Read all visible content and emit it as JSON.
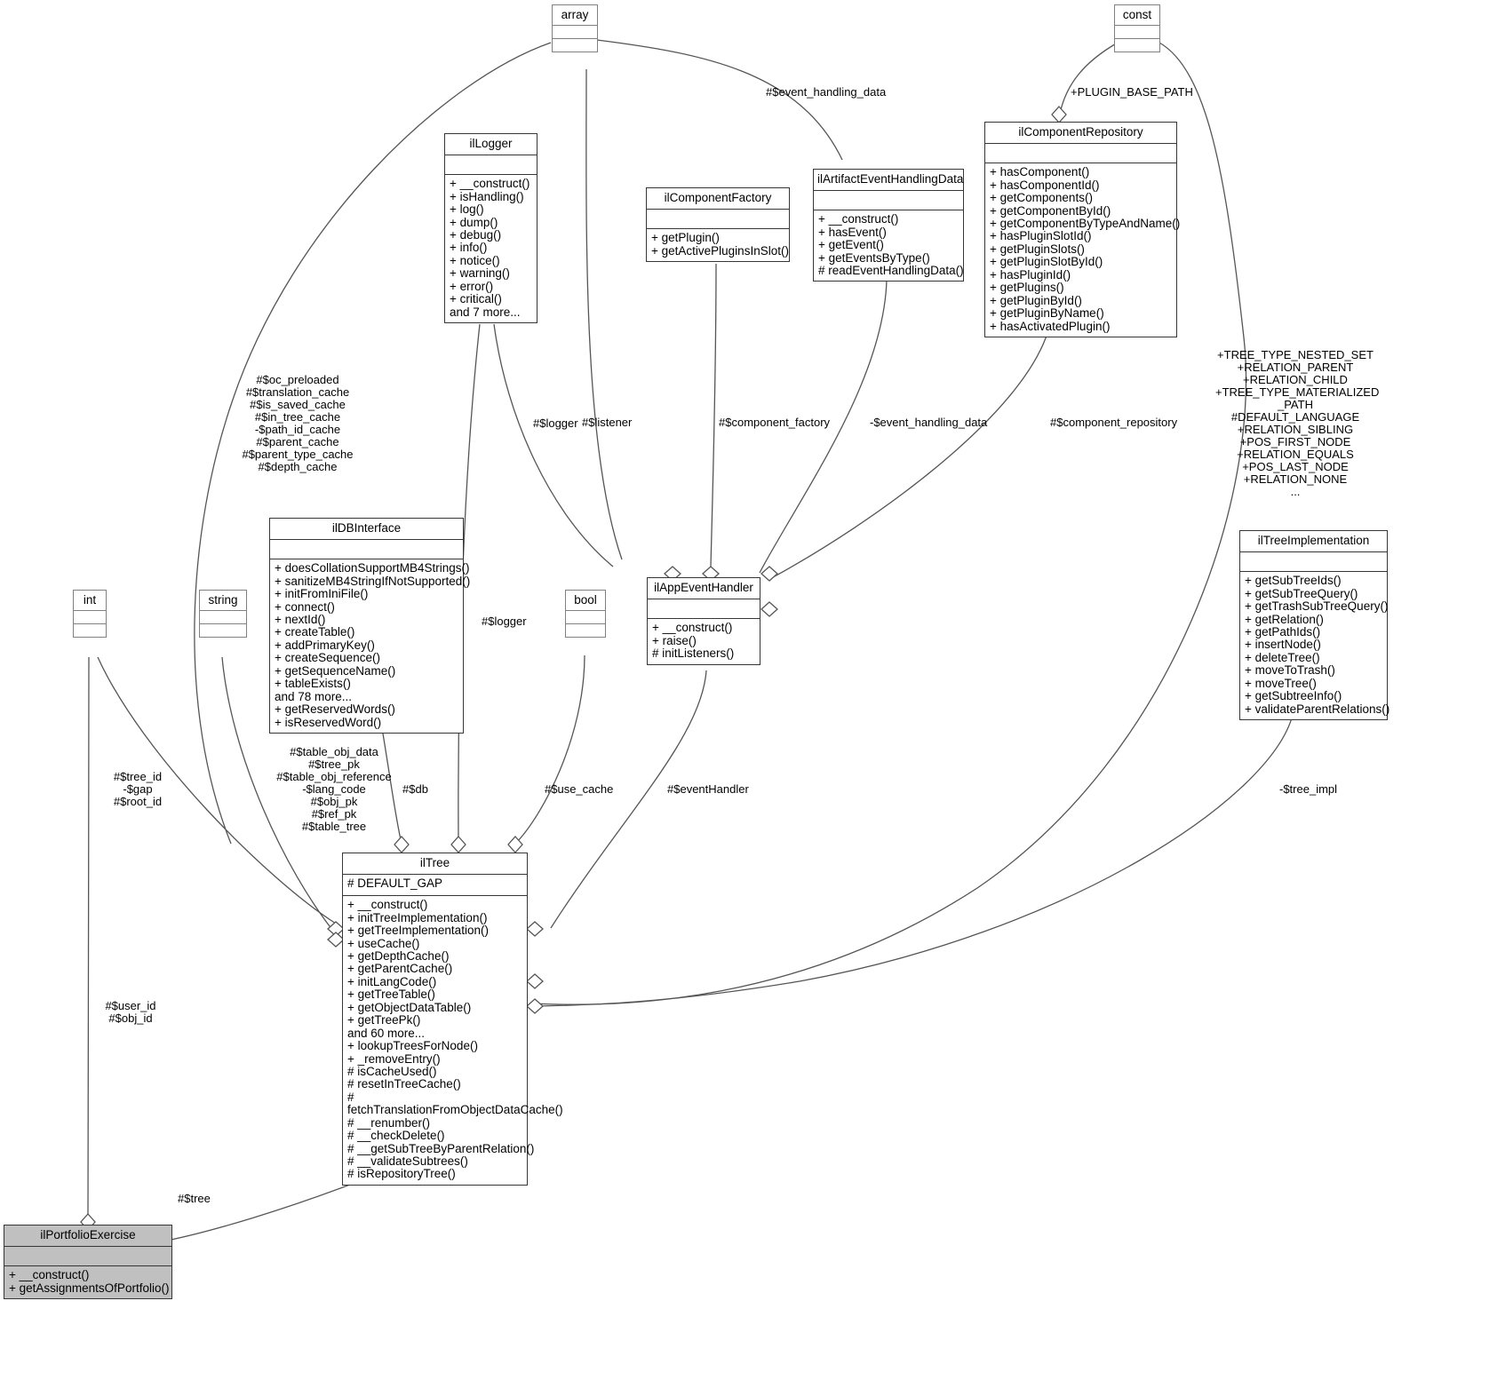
{
  "diagram": {
    "title": "ilPortfolioExercise collaboration diagram",
    "type": "uml-class-diagram"
  },
  "classes": {
    "array": {
      "name": "array",
      "attrs": [],
      "ops": []
    },
    "const": {
      "name": "const",
      "attrs": [],
      "ops": []
    },
    "int": {
      "name": "int",
      "attrs": [],
      "ops": []
    },
    "string": {
      "name": "string",
      "attrs": [],
      "ops": []
    },
    "bool": {
      "name": "bool",
      "attrs": [],
      "ops": []
    },
    "ilLogger": {
      "name": "ilLogger",
      "attrs": [],
      "ops": [
        "+  __construct()",
        "+  isHandling()",
        "+  log()",
        "+  dump()",
        "+  debug()",
        "+  info()",
        "+  notice()",
        "+  warning()",
        "+  error()",
        "+  critical()",
        "and 7 more..."
      ]
    },
    "ilComponentFactory": {
      "name": "ilComponentFactory",
      "attrs": [],
      "ops": [
        "+  getPlugin()",
        "+  getActivePluginsInSlot()"
      ]
    },
    "ilArtifactEventHandlingData": {
      "name": "ilArtifactEventHandlingData",
      "attrs": [],
      "ops": [
        "+  __construct()",
        "+  hasEvent()",
        "+  getEvent()",
        "+  getEventsByType()",
        "#  readEventHandlingData()"
      ]
    },
    "ilComponentRepository": {
      "name": "ilComponentRepository",
      "attrs": [],
      "ops": [
        "+  hasComponent()",
        "+  hasComponentId()",
        "+  getComponents()",
        "+  getComponentById()",
        "+  getComponentByTypeAndName()",
        "+  hasPluginSlotId()",
        "+  getPluginSlots()",
        "+  getPluginSlotById()",
        "+  hasPluginId()",
        "+  getPlugins()",
        "+  getPluginById()",
        "+  getPluginByName()",
        "+  hasActivatedPlugin()"
      ]
    },
    "ilDBInterface": {
      "name": "ilDBInterface",
      "attrs": [],
      "ops": [
        "+  doesCollationSupportMB4Strings()",
        "+  sanitizeMB4StringIfNotSupported()",
        "+  initFromIniFile()",
        "+  connect()",
        "+  nextId()",
        "+  createTable()",
        "+  addPrimaryKey()",
        "+  createSequence()",
        "+  getSequenceName()",
        "+  tableExists()",
        "and 78 more...",
        "+  getReservedWords()",
        "+  isReservedWord()"
      ]
    },
    "ilAppEventHandler": {
      "name": "ilAppEventHandler",
      "attrs": [],
      "ops": [
        "+  __construct()",
        "+  raise()",
        "#  initListeners()"
      ]
    },
    "ilTreeImplementation": {
      "name": "ilTreeImplementation",
      "attrs": [],
      "ops": [
        "+  getSubTreeIds()",
        "+  getSubTreeQuery()",
        "+  getTrashSubTreeQuery()",
        "+  getRelation()",
        "+  getPathIds()",
        "+  insertNode()",
        "+  deleteTree()",
        "+  moveToTrash()",
        "+  moveTree()",
        "+  getSubtreeInfo()",
        "+  validateParentRelations()"
      ]
    },
    "ilTree": {
      "name": "ilTree",
      "attrs": [
        "#  DEFAULT_GAP"
      ],
      "ops": [
        "+  __construct()",
        "+  initTreeImplementation()",
        "+  getTreeImplementation()",
        "+  useCache()",
        "+  getDepthCache()",
        "+  getParentCache()",
        "+  initLangCode()",
        "+  getTreeTable()",
        "+  getObjectDataTable()",
        "+  getTreePk()",
        "and 60 more...",
        "+  lookupTreesForNode()",
        "+  _removeEntry()",
        "#  isCacheUsed()",
        "#  resetInTreeCache()",
        "#  fetchTranslationFromObjectDataCache()",
        "#  __renumber()",
        "#  __checkDelete()",
        "#  __getSubTreeByParentRelation()",
        "#  __validateSubtrees()",
        "#  isRepositoryTree()"
      ]
    },
    "ilPortfolioExercise": {
      "name": "ilPortfolioExercise",
      "attrs": [],
      "ops": [
        "+  __construct()",
        "+  getAssignmentsOfPortfolio()"
      ]
    }
  },
  "edge_labels": {
    "event_handling_data": "#$event_handling_data",
    "plugin_base_path": "+PLUGIN_BASE_PATH",
    "listener": "#$listener",
    "tree_caches": "#$oc_preloaded\n#$translation_cache\n#$is_saved_cache\n#$in_tree_cache\n-$path_id_cache\n#$parent_cache\n#$parent_type_cache\n#$depth_cache",
    "logger_top": "#$logger",
    "component_factory": "#$component_factory",
    "event_handling_data_neg": "-$event_handling_data",
    "component_repository": "#$component_repository",
    "tree_constants": "+TREE_TYPE_NESTED_SET\n+RELATION_PARENT\n+RELATION_CHILD\n+TREE_TYPE_MATERIALIZED\n_PATH\n#DEFAULT_LANGUAGE\n+RELATION_SIBLING\n+POS_FIRST_NODE\n+RELATION_EQUALS\n+POS_LAST_NODE\n+RELATION_NONE\n...",
    "logger_lower": "#$logger",
    "int_fields": "#$tree_id\n-$gap\n#$root_id",
    "db_fields": "#$table_obj_data\n#$tree_pk\n#$table_obj_reference\n-$lang_code\n#$obj_pk\n#$ref_pk\n#$table_tree",
    "db": "#$db",
    "use_cache": "#$use_cache",
    "event_handler": "#$eventHandler",
    "tree_impl": "-$tree_impl",
    "user_obj_ids": "#$user_id\n#$obj_id",
    "tree": "#$tree"
  }
}
